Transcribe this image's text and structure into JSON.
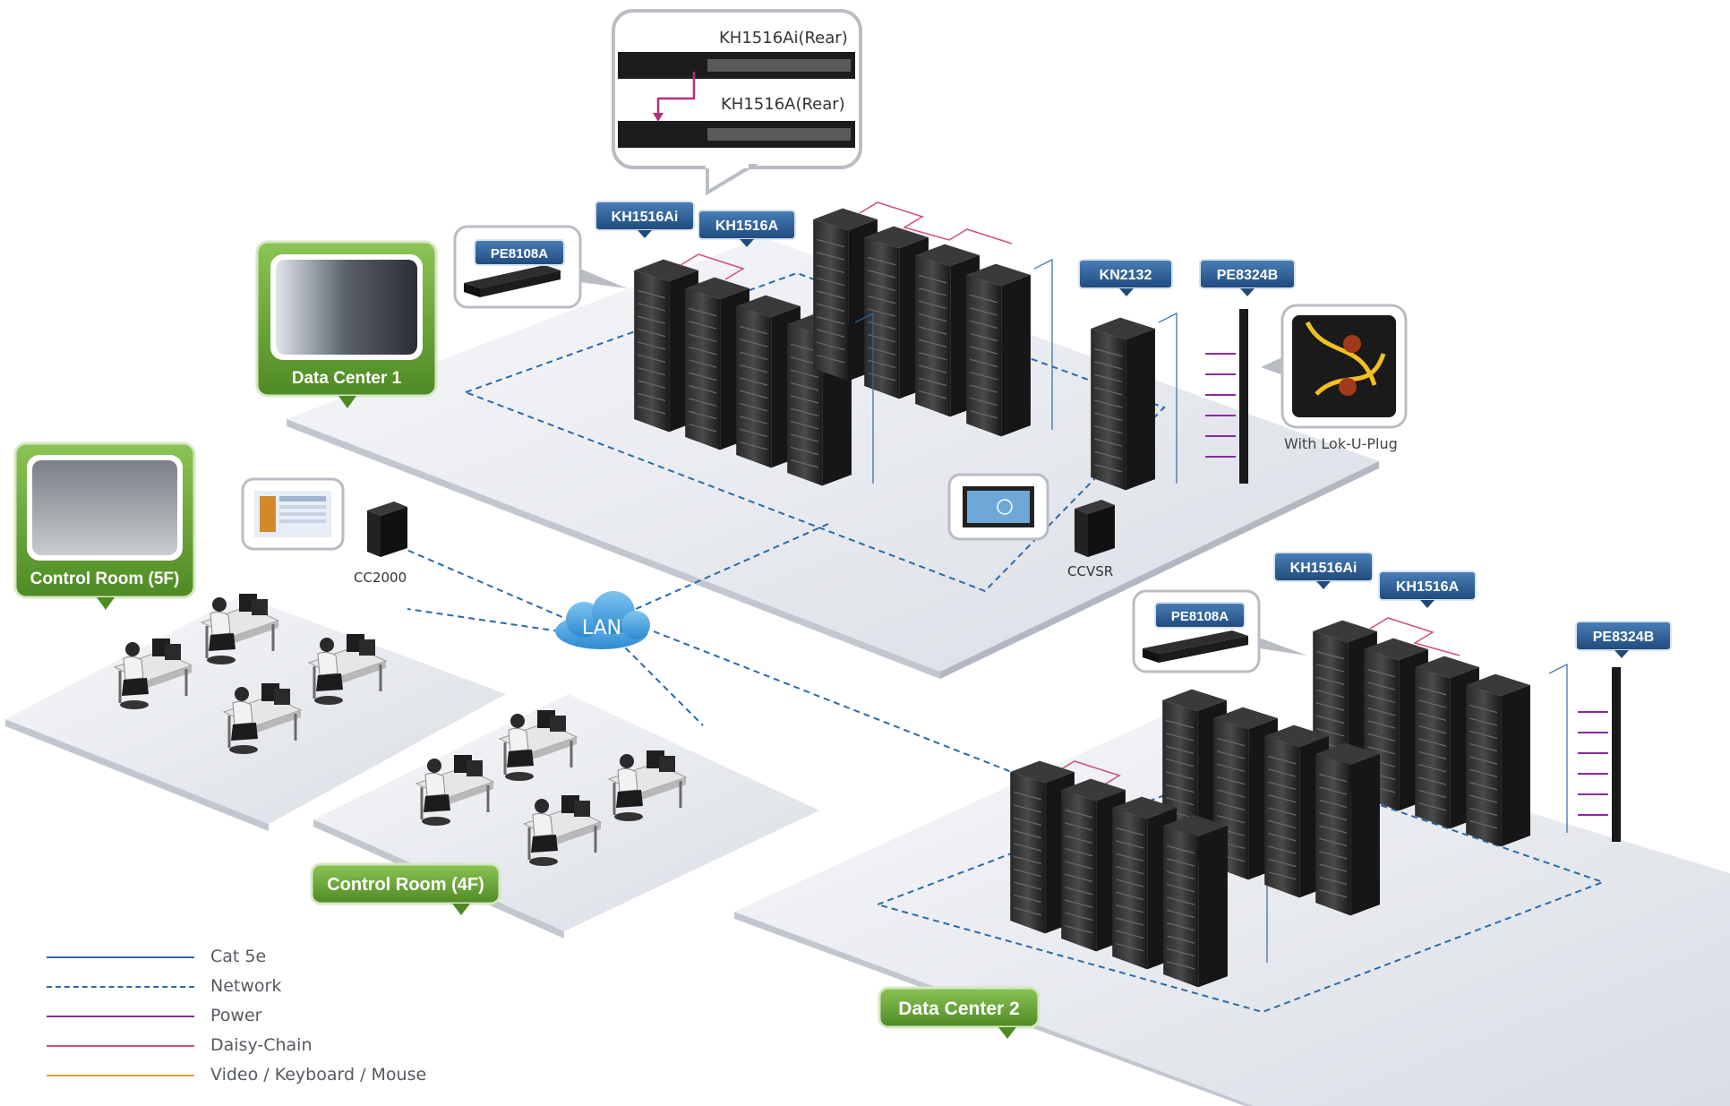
{
  "zones": {
    "data_center_1": "Data Center 1",
    "data_center_2": "Data Center 2",
    "control_room_5f": "Control Room (5F)",
    "control_room_4f": "Control Room (4F)"
  },
  "network": {
    "lan": "LAN"
  },
  "devices": {
    "kh1516ai": "KH1516Ai",
    "kh1516a": "KH1516A",
    "pe8108a": "PE8108A",
    "kn2132": "KN2132",
    "pe8324b": "PE8324B",
    "cc2000": "CC2000",
    "ccvsr": "CCVSR"
  },
  "callout": {
    "rear_top": "KH1516Ai(Rear)",
    "rear_bottom": "KH1516A(Rear)",
    "lok_u_plug": "With Lok-U-Plug"
  },
  "legend": {
    "items": [
      {
        "label": "Cat 5e",
        "color": "#2a6aa8",
        "style": "solid"
      },
      {
        "label": "Network",
        "color": "#2a6aa8",
        "style": "dashed"
      },
      {
        "label": "Power",
        "color": "#8a2aa0",
        "style": "solid"
      },
      {
        "label": "Daisy-Chain",
        "color": "#d0507a",
        "style": "solid"
      },
      {
        "label": "Video / Keyboard / Mouse",
        "color": "#f0a030",
        "style": "solid"
      }
    ]
  },
  "colors": {
    "zone_green": "#6aa83a",
    "tag_blue": "#2c5f96",
    "network": "#2a6aa8",
    "floor": "#e9ecf1"
  }
}
